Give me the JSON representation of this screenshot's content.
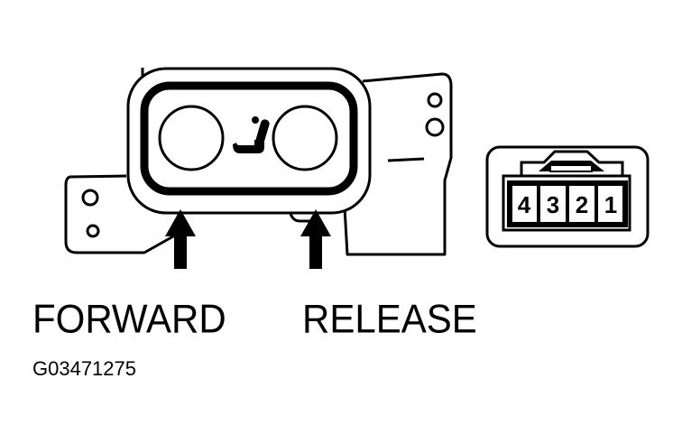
{
  "labels": {
    "forward": "FORWARD",
    "release": "RELEASE",
    "figure_id": "G03471275"
  },
  "connector": {
    "pins": [
      "4",
      "3",
      "2",
      "1"
    ]
  },
  "icons": {
    "switch_symbol": "seat-icon",
    "arrows": "arrow-up-icon"
  },
  "colors": {
    "ink": "#000000",
    "paper": "#ffffff"
  }
}
